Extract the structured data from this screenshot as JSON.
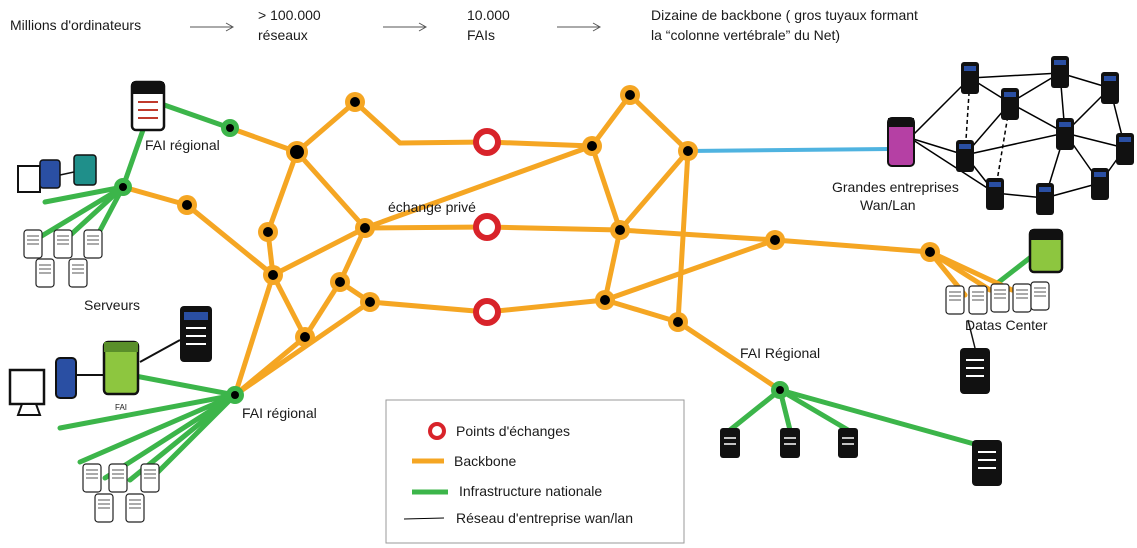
{
  "colors": {
    "backbone": "#f5a623",
    "nationale": "#3cb54a",
    "entreprise": "#000000",
    "exchange": "#d8232a",
    "link_blue": "#4fb3e0",
    "server_blue": "#2a4fa3",
    "server_green": "#8dc63f",
    "server_magenta": "#b540a4",
    "server_teal": "#1f8f8a"
  },
  "header": {
    "stage1": "Millions d'ordinateurs",
    "stage2_line1": "> 100.000",
    "stage2_line2": "réseaux",
    "stage3_line1": "10.000",
    "stage3_line2": "FAIs",
    "stage4_line1": "Dizaine de backbone ( gros tuyaux formant",
    "stage4_line2": "la “colonne vertébrale” du Net)"
  },
  "labels": {
    "fai_regional_top": "FAI régional",
    "serveurs": "Serveurs",
    "fai_small": "FAI",
    "fai_regional_bottom": "FAI régional",
    "echange_prive": "échange privé",
    "grandes_entreprises_1": "Grandes entreprises",
    "grandes_entreprises_2": "Wan/Lan",
    "datas_center": "Datas Center",
    "fai_regional_right": "FAI Régional"
  },
  "legend": {
    "points_echanges": "Points d'échanges",
    "backbone": "Backbone",
    "infrastructure": "Infrastructure nationale",
    "reseau_entreprise": "Réseau d'entreprise wan/lan"
  }
}
